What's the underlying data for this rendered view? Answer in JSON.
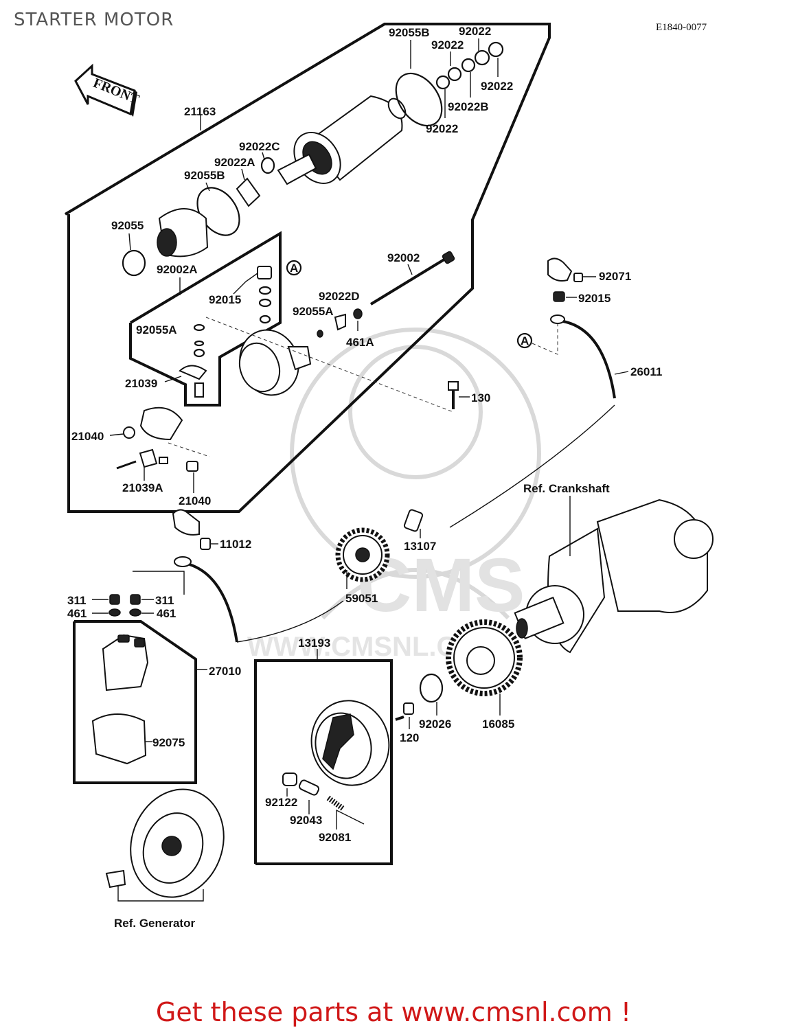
{
  "title": "STARTER MOTOR",
  "diagram_code": "E1840-0077",
  "front_label": "FRONT",
  "watermark": {
    "brand": "CMS",
    "url": "WWW.CMSNL.COM"
  },
  "cta": "Get these parts at www.cmsnl.com !",
  "callout_marker": "A",
  "labels": {
    "p21163": "21163",
    "p92055B_top": "92055B",
    "p92022_a": "92022",
    "p92022_b": "92022",
    "p92022_c": "92022",
    "p92022B": "92022B",
    "p92022_d": "92022",
    "p92022C": "92022C",
    "p92022A": "92022A",
    "p92055B": "92055B",
    "p92055": "92055",
    "p92002A": "92002A",
    "p92015_a": "92015",
    "p92055A_a": "92055A",
    "p92002": "92002",
    "p92022D": "92022D",
    "p92055A_b": "92055A",
    "p461A": "461A",
    "p21039": "21039",
    "p130": "130",
    "p21040_a": "21040",
    "p21039A": "21039A",
    "p21040_b": "21040",
    "p92071": "92071",
    "p92015_b": "92015",
    "p26011": "26011",
    "ref_crankshaft": "Ref. Crankshaft",
    "p11012": "11012",
    "p13107": "13107",
    "p311_a": "311",
    "p311_b": "311",
    "p461_a": "461",
    "p461_b": "461",
    "p59051": "59051",
    "p27010": "27010",
    "p13193": "13193",
    "p92075": "92075",
    "p92026": "92026",
    "p16085": "16085",
    "p120": "120",
    "p92122": "92122",
    "p92043": "92043",
    "p92081": "92081",
    "ref_generator": "Ref. Generator"
  }
}
